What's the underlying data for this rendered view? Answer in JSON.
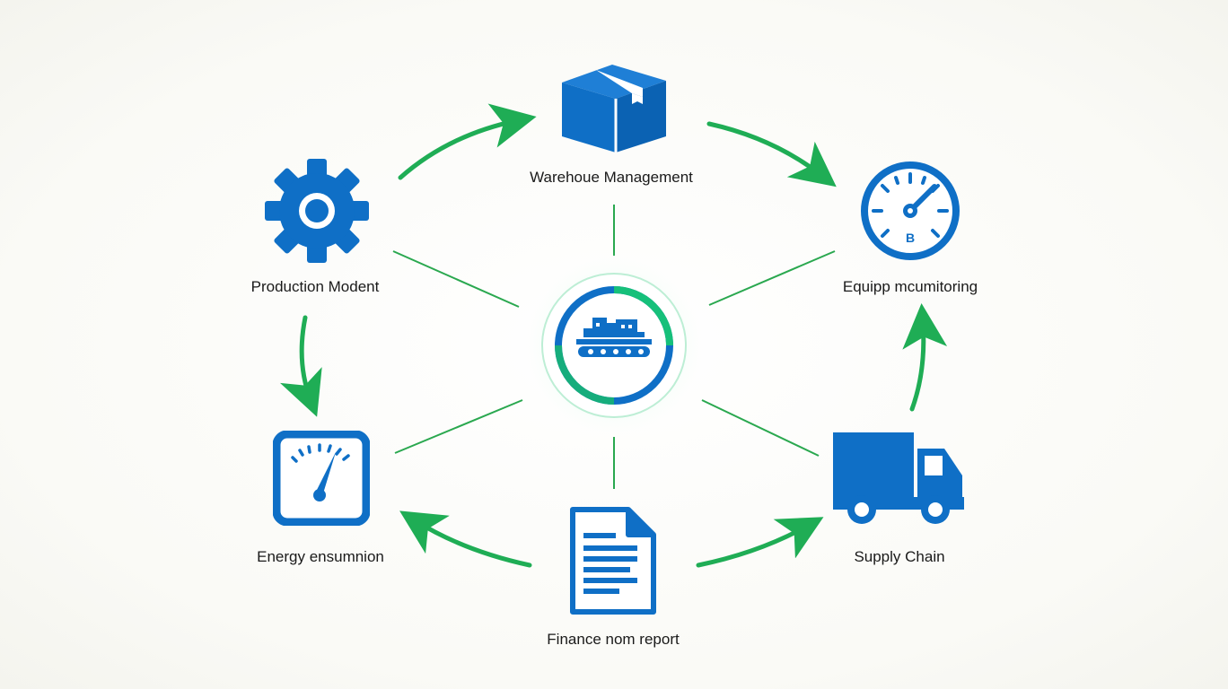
{
  "nodes": {
    "warehouse": {
      "label": "Warehoue Management",
      "icon": "box-icon"
    },
    "equipment": {
      "label": "Equipp mcumitoring",
      "icon": "gauge-icon",
      "gauge_text": "B"
    },
    "supply": {
      "label": "Supply Chain",
      "icon": "truck-icon"
    },
    "finance": {
      "label": "Finance nom report",
      "icon": "document-icon"
    },
    "energy": {
      "label": "Energy ensumnion",
      "icon": "meter-icon"
    },
    "production": {
      "label": "Production Modent",
      "icon": "gear-icon"
    },
    "center": {
      "icon": "factory-icon"
    }
  },
  "colors": {
    "icon_blue": "#0f6fc6",
    "arrow_green": "#1fad55",
    "line_green": "#2aa84f",
    "ring_blue": "#0f6fc6",
    "ring_green": "#16c07a"
  }
}
